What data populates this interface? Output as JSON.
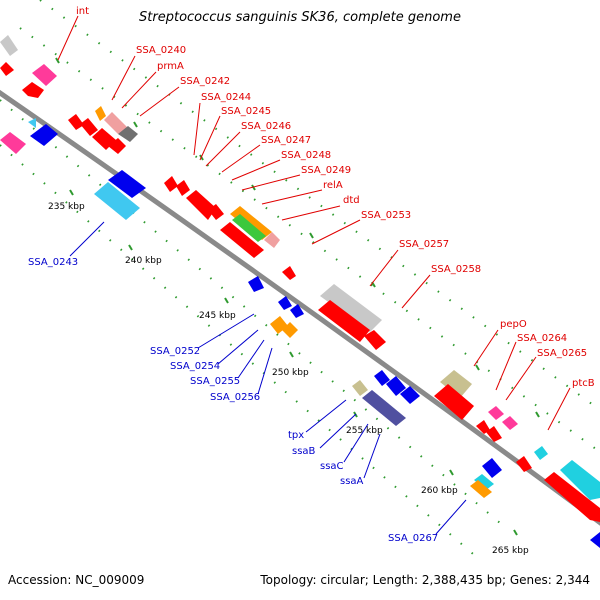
{
  "title": "Streptococcus sanguinis SK36, complete genome",
  "footer": {
    "accession": "Accession: NC_009009",
    "topology": "Topology: circular; Length: 2,388,435 bp; Genes: 2,344"
  },
  "colors": {
    "background": "#ffffff",
    "backbone": "#8a8a8a",
    "tick_dots": "#2f9a2f",
    "forward_gene": "#ff0000",
    "reverse_gene": "#0000ee",
    "forward_label": "#e00000",
    "reverse_label": "#0000cc",
    "pink": "#ff3a9a",
    "light_pink": "#f0a0a0",
    "gray": "#c8c8c8",
    "dark_gray": "#707070",
    "orange": "#ff9a00",
    "green": "#3cc83c",
    "cyan": "#20d0e0",
    "light_blue": "#40c8f0",
    "khaki": "#c8c090",
    "slate": "#5050a0"
  },
  "scale_labels": [
    "235 kbp",
    "240 kbp",
    "245 kbp",
    "250 kbp",
    "255 kbp",
    "260 kbp",
    "265 kbp"
  ],
  "forward_labels": [
    "int",
    "SSA_0240",
    "prmA",
    "SSA_0242",
    "SSA_0244",
    "SSA_0245",
    "SSA_0246",
    "SSA_0247",
    "SSA_0248",
    "SSA_0249",
    "relA",
    "dtd",
    "SSA_0253",
    "SSA_0257",
    "SSA_0258",
    "pepO",
    "SSA_0264",
    "SSA_0265",
    "ptcB"
  ],
  "reverse_labels": [
    "SSA_0243",
    "SSA_0252",
    "SSA_0254",
    "SSA_0255",
    "SSA_0256",
    "tpx",
    "ssaB",
    "ssaC",
    "ssaA",
    "SSA_0267"
  ]
}
